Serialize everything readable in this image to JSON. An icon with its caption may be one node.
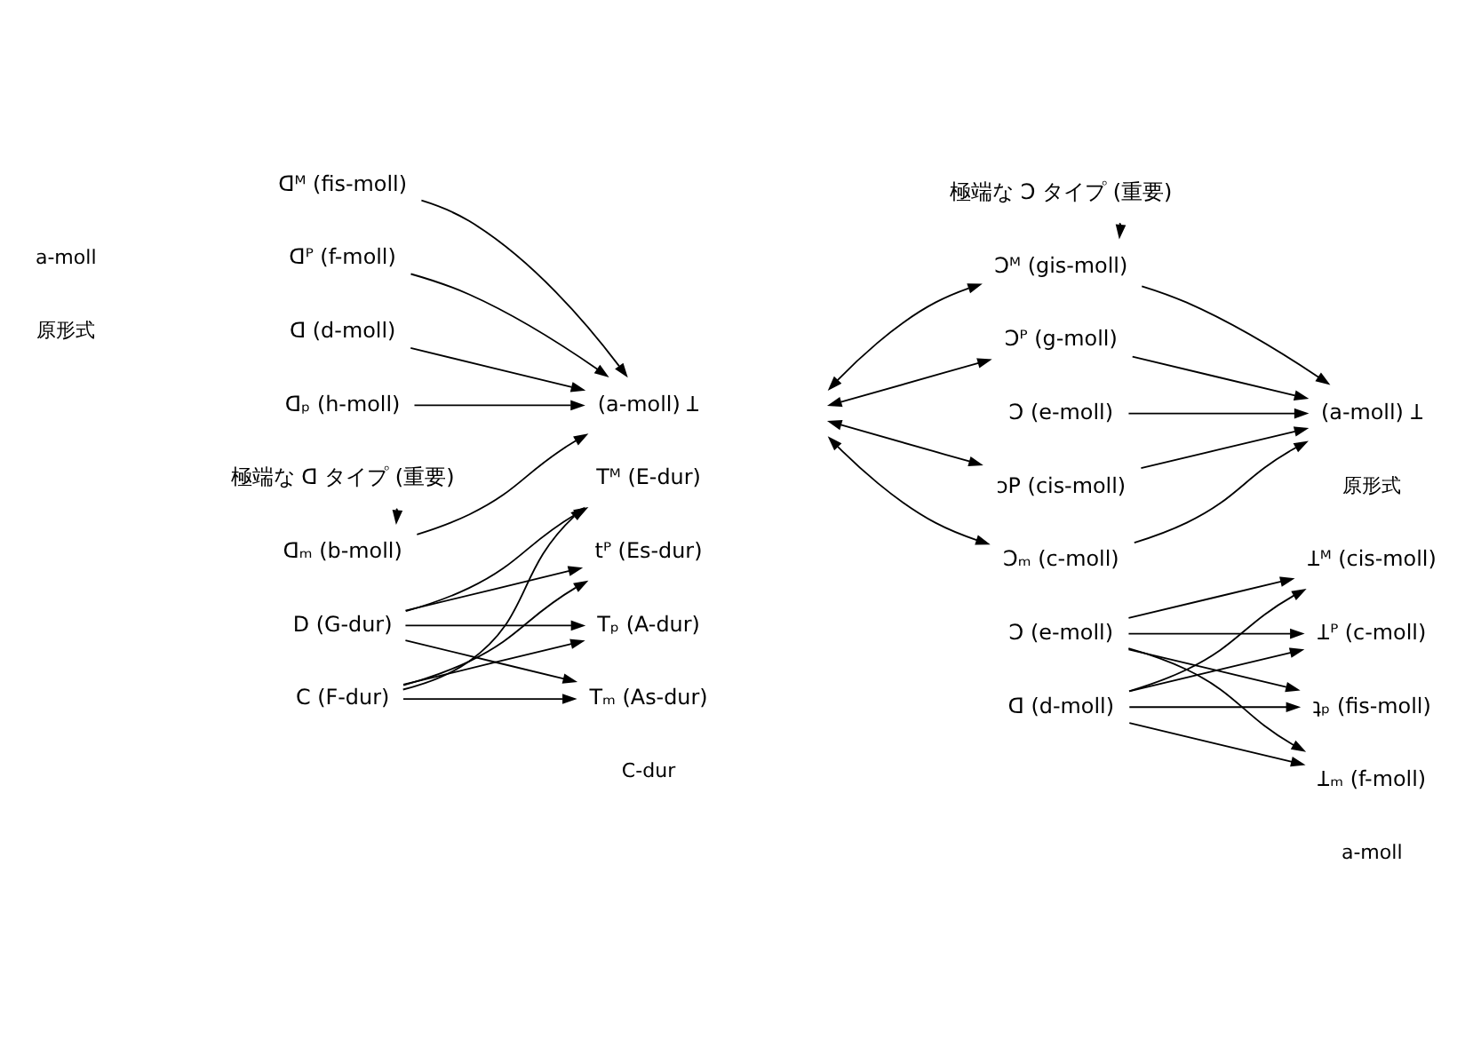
{
  "diagram": {
    "nodes": [
      {
        "text": [
          "ᗡᴹ (fis-moll)"
        ]
      },
      {
        "text": [
          "ᗡᴾ (f-moll)"
        ]
      },
      {
        "text": [
          "ᗡ (d-moll)"
        ]
      },
      {
        "text": [
          "ᗡₚ (h-moll)"
        ]
      },
      {
        "text": [
          "ᗡₘ (b-moll)"
        ]
      },
      {
        "text": [
          "(a-moll) Ʇ"
        ]
      },
      {
        "text": [
          "極端な ᗡ タイプ (重要)"
        ]
      },
      {
        "text": [
          "極端な Ↄ タイプ (重要)"
        ]
      },
      {
        "text": [
          "Ↄᴹ (gis-moll)"
        ]
      },
      {
        "text": [
          "Ↄᴾ (g-moll)"
        ]
      },
      {
        "text": [
          "Ↄ (e-moll)"
        ]
      },
      {
        "text": [
          "ↄP (cis-moll)"
        ]
      },
      {
        "text": [
          "Ↄₘ (c-moll)"
        ]
      },
      {
        "text": [
          "(a-moll) Ʇ"
        ],
        "beside": [
          "原形式"
        ]
      },
      {
        "text": [
          "D (G-dur)"
        ]
      },
      {
        "text": [
          "C (F-dur)"
        ]
      },
      {
        "text": [
          "Tᴹ (E-dur)"
        ]
      },
      {
        "text": [
          "tᴾ (Es-dur)"
        ]
      },
      {
        "text": [
          "Tₚ (A-dur)"
        ]
      },
      {
        "text": [
          "Tₘ (As-dur)"
        ]
      },
      {
        "text": [
          "Ↄ (e-moll)"
        ]
      },
      {
        "text": [
          "ᗡ (d-moll)"
        ]
      },
      {
        "text": [
          "Ʇᴹ (cis-moll)"
        ]
      },
      {
        "text": [
          "Ʇᴾ (c-moll)"
        ]
      },
      {
        "text": [
          "ʇₚ (fis-moll)"
        ]
      },
      {
        "text": [
          "Ʇₘ (f-moll)"
        ]
      }
    ],
    "edges": [
      {
        "from": 0,
        "to": 5,
        "arrow": "to"
      },
      {
        "from": 1,
        "to": 5,
        "arrow": "to"
      },
      {
        "from": 2,
        "to": 5,
        "arrow": "to"
      },
      {
        "from": 3,
        "to": 5,
        "arrow": "to"
      },
      {
        "from": 4,
        "to": 5,
        "arrow": "to"
      },
      {
        "from": 6,
        "to": 4,
        "arrow": "to"
      },
      {
        "from": 7,
        "to": 8,
        "arrow": "to"
      },
      {
        "from": null,
        "to": 8,
        "arrow": "both"
      },
      {
        "from": null,
        "to": 9,
        "arrow": "both"
      },
      {
        "from": null,
        "to": 11,
        "arrow": "both"
      },
      {
        "from": null,
        "to": 12,
        "arrow": "both"
      },
      {
        "from": 8,
        "to": 13,
        "arrow": "to"
      },
      {
        "from": 9,
        "to": 13,
        "arrow": "to"
      },
      {
        "from": 10,
        "to": 13,
        "arrow": "to"
      },
      {
        "from": 11,
        "to": 13,
        "arrow": "to"
      },
      {
        "from": 12,
        "to": 13,
        "arrow": "to"
      },
      {
        "from": 14,
        "to": 16,
        "arrow": "to"
      },
      {
        "from": 14,
        "to": 17,
        "arrow": "to"
      },
      {
        "from": 14,
        "to": 18,
        "arrow": "to"
      },
      {
        "from": 14,
        "to": 19,
        "arrow": "to"
      },
      {
        "from": 15,
        "to": 16,
        "arrow": "to"
      },
      {
        "from": 15,
        "to": 17,
        "arrow": "to"
      },
      {
        "from": 15,
        "to": 18,
        "arrow": "to"
      },
      {
        "from": 15,
        "to": 19,
        "arrow": "to"
      },
      {
        "from": 20,
        "to": 22,
        "arrow": "to"
      },
      {
        "from": 20,
        "to": 23,
        "arrow": "to"
      },
      {
        "from": 20,
        "to": 24,
        "arrow": "to"
      },
      {
        "from": 20,
        "to": 25,
        "arrow": "to"
      },
      {
        "from": 21,
        "to": 22,
        "arrow": "to"
      },
      {
        "from": 21,
        "to": 23,
        "arrow": "to"
      },
      {
        "from": 21,
        "to": 24,
        "arrow": "to"
      },
      {
        "from": 21,
        "to": 25,
        "arrow": "to"
      }
    ],
    "labels": [
      "a-moll",
      "原形式",
      "C-dur",
      "a-moll"
    ]
  }
}
